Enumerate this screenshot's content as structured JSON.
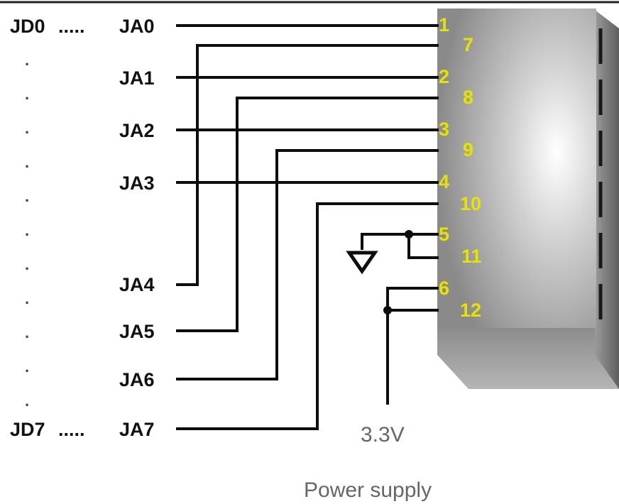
{
  "signals": {
    "jd0": "JD0",
    "jd7": "JD7",
    "dots": ".....",
    "ja0": "JA0",
    "ja1": "JA1",
    "ja2": "JA2",
    "ja3": "JA3",
    "ja4": "JA4",
    "ja5": "JA5",
    "ja6": "JA6",
    "ja7": "JA7",
    "vertical_dot": "."
  },
  "connector": {
    "pins_top": [
      "1",
      "2",
      "3",
      "4",
      "5",
      "6"
    ],
    "pins_bottom": [
      "7",
      "8",
      "9",
      "10",
      "11",
      "12"
    ],
    "pin_label_color": "#e8e200",
    "body_color": "#bcbcbc"
  },
  "power": {
    "voltage": "3.3V",
    "caption": "Power supply"
  }
}
